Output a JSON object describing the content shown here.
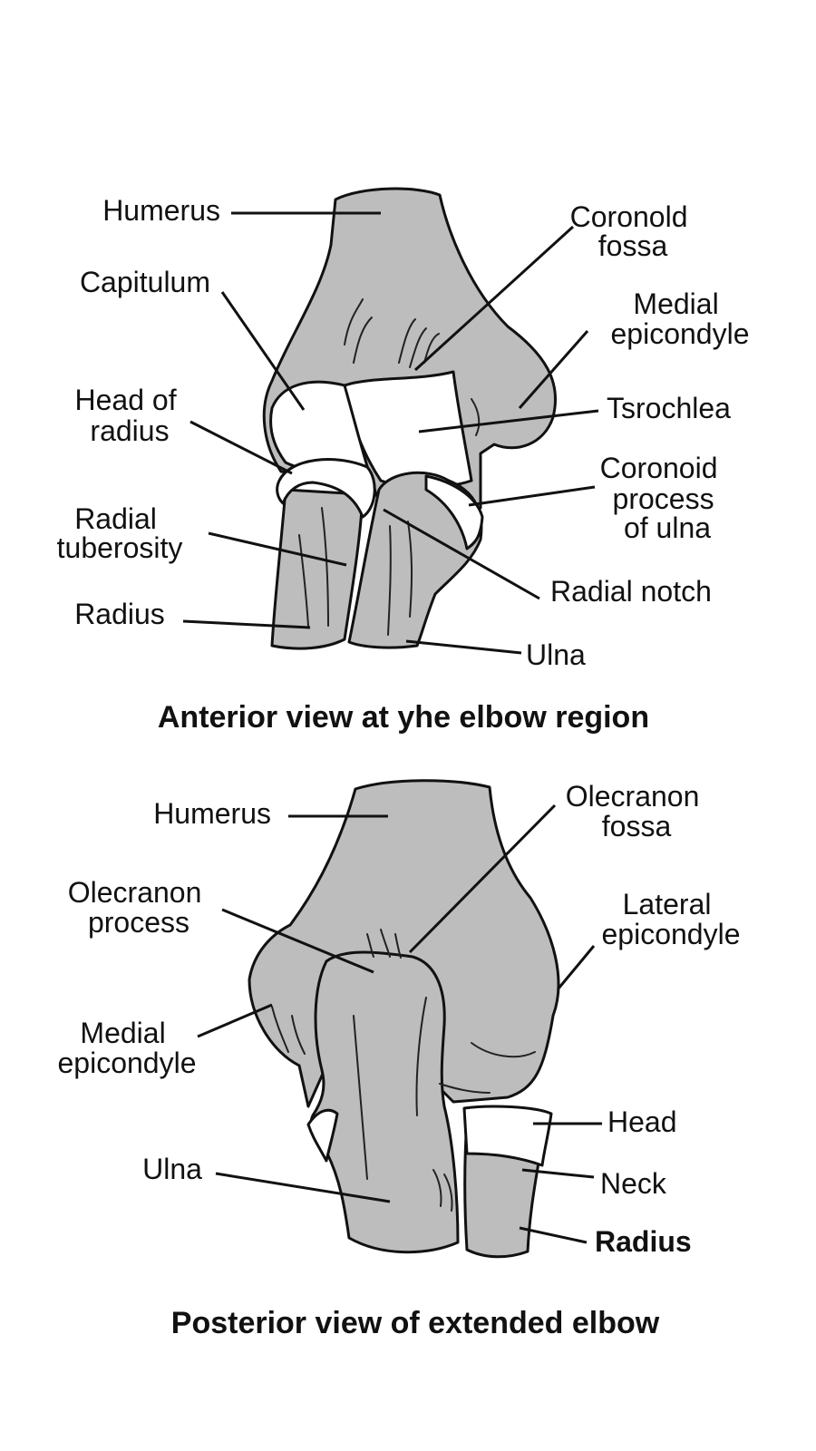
{
  "anterior": {
    "caption": "Anterior view at yhe elbow region",
    "labels": {
      "humerus": "Humerus",
      "capitulum": "Capitulum",
      "head_of_radius": [
        "Head of",
        "radius"
      ],
      "radial_tuberosity": [
        "Radial",
        "tuberosity"
      ],
      "radius": "Radius",
      "coronoid_fossa": [
        "Coronold",
        "fossa"
      ],
      "medial_epicondyle": [
        "Medial",
        "epicondyle"
      ],
      "trochlea": "Tsrochlea",
      "coronoid_process": [
        "Coronoid",
        "process",
        "of ulna"
      ],
      "radial_notch": "Radial notch",
      "ulna": "Ulna"
    }
  },
  "posterior": {
    "caption": "Posterior view of extended elbow",
    "labels": {
      "humerus": "Humerus",
      "olecranon_process": [
        "Olecranon",
        "process"
      ],
      "medial_epicondyle": [
        "Medial",
        "epicondyle"
      ],
      "ulna": "Ulna",
      "olecranon_fossa": [
        "Olecranon",
        "fossa"
      ],
      "lateral_epicondyle": [
        "Lateral",
        "epicondyle"
      ],
      "head": "Head",
      "neck": "Neck",
      "radius": "Radius"
    }
  },
  "colors": {
    "bone": "#bdbdbd",
    "cartilage": "#ffffff",
    "ink": "#111111"
  }
}
